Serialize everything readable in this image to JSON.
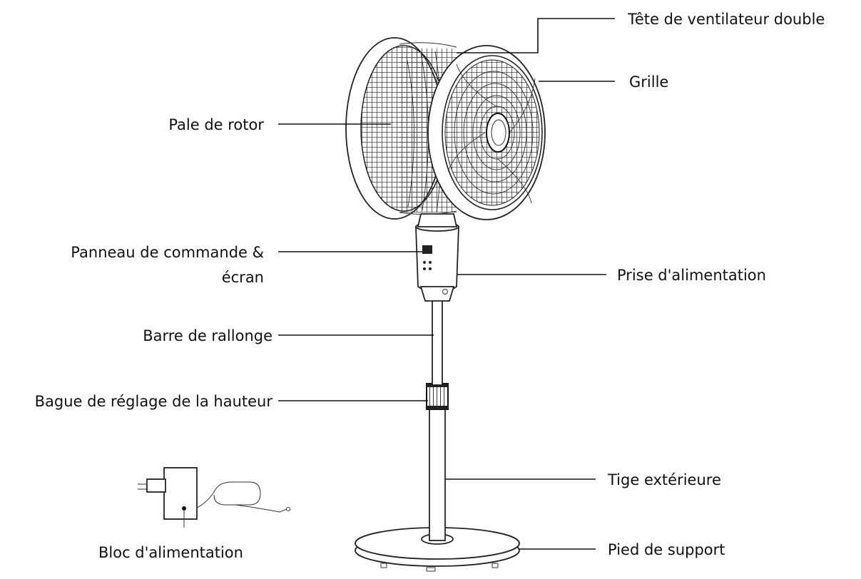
{
  "labels": {
    "fan_head": "Tête de ventilateur double",
    "grille": "Grille",
    "rotor_blade": "Pale de rotor",
    "control_panel_line1": "Panneau de commande &",
    "control_panel_line2": "écran",
    "power_socket": "Prise d'alimentation",
    "extension_bar": "Barre de rallonge",
    "height_ring": "Bague de réglage de la hauteur",
    "outer_rod": "Tige extérieure",
    "base": "Pied de support",
    "power_adapter": "Bloc d'alimentation"
  }
}
